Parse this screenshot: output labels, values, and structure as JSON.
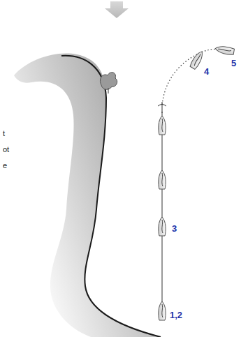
{
  "diagram": {
    "labels": [
      "1,2",
      "3",
      "4",
      "5",
      "t",
      "ot",
      "e"
    ]
  }
}
